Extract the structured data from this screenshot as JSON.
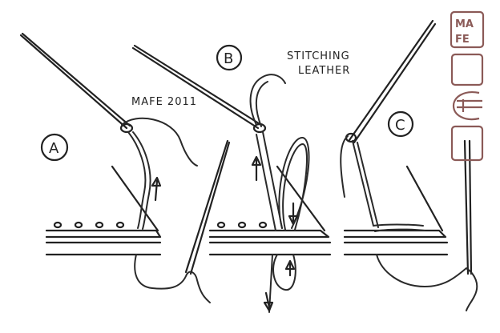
{
  "annotations": {
    "title_line1": "STITCHING",
    "title_line2": "LEATHER",
    "signature": "MAFE 2011"
  },
  "panels": {
    "a": {
      "label": "A"
    },
    "b": {
      "label": "B"
    },
    "c": {
      "label": "C"
    }
  },
  "stamp": {
    "logo_top": "MA",
    "logo_bottom": "FE"
  },
  "colors": {
    "ink": "#222222",
    "stamp": "#8b5a57",
    "background": "#ffffff"
  }
}
